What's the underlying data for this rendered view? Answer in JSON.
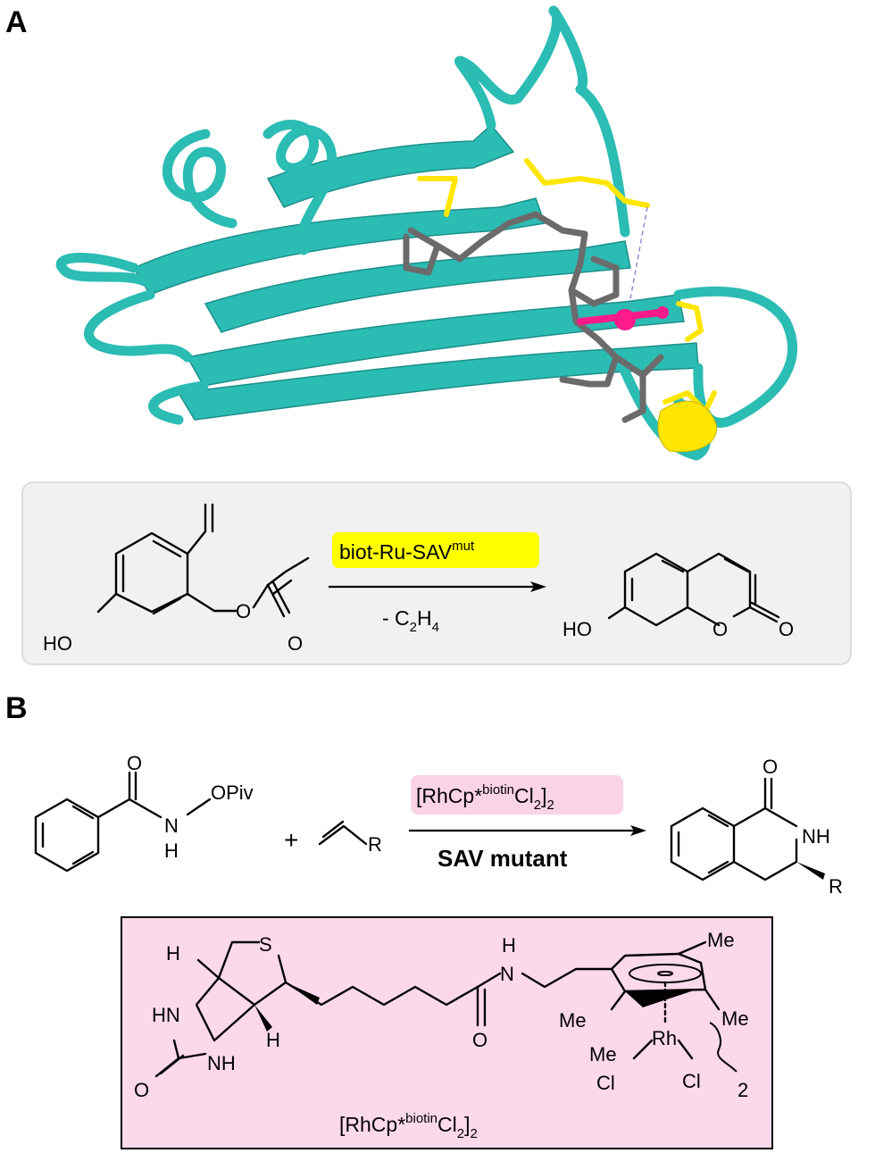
{
  "panel_a": {
    "label": "A",
    "reaction": {
      "catalyst_main": "biot-Ru-SAV",
      "catalyst_sup": "mut",
      "byproduct_prefix": "- C",
      "byproduct_sub1": "2",
      "byproduct_mid": "H",
      "byproduct_sub2": "4",
      "substrate_ho": "HO",
      "substrate_o": "O",
      "substrate_o2": "O",
      "product_ho": "HO",
      "product_o": "O",
      "product_o2": "O"
    },
    "colors": {
      "ribbon": "#2bbcb4",
      "ligand": "#6b6b6b",
      "highlight": "#ffe600",
      "metal": "#ff1a8c",
      "box": "#f1f1f1"
    }
  },
  "panel_b": {
    "label": "B",
    "reaction": {
      "reagent_main": "[RhCp*",
      "reagent_sup": "biotin",
      "reagent_cl": "Cl",
      "reagent_sub1": "2",
      "reagent_close": "]",
      "reagent_sub2": "2",
      "condition": "SAV mutant",
      "plus": "+",
      "sm_o": "O",
      "sm_n": "N",
      "sm_h": "H",
      "sm_opiv": "O",
      "sm_piv": "Piv",
      "alkene_r": "R",
      "prod_o": "O",
      "prod_nh": "NH",
      "prod_r": "R"
    },
    "complex": {
      "h1": "H",
      "s": "S",
      "hn": "HN",
      "nh": "NH",
      "o": "O",
      "h2": "H",
      "amide_h": "H",
      "amide_n": "N",
      "amide_o": "O",
      "me1": "Me",
      "me2": "Me",
      "me3": "Me",
      "me4": "Me",
      "rh": "Rh",
      "cl1": "Cl",
      "cl2": "Cl",
      "dimer": "2",
      "caption_main": "[RhCp*",
      "caption_sup": "biotin",
      "caption_cl": "Cl",
      "caption_sub1": "2",
      "caption_close": "]",
      "caption_sub2": "2"
    },
    "colors": {
      "reagent_bg": "#fbd3e6",
      "box_bg": "#fcd9ea"
    }
  }
}
